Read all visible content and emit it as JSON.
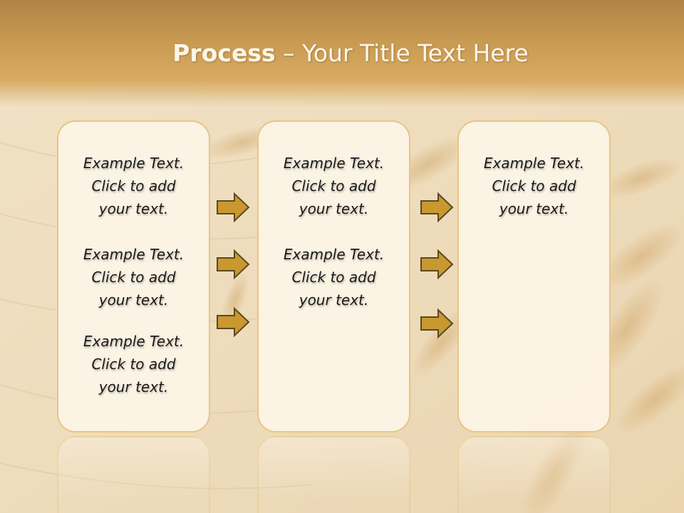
{
  "slide": {
    "title_bold": "Process",
    "title_rest": " – Your Title Text Here",
    "colors": {
      "title_band": "#c99a52",
      "panel_fill": "#fcf4e6",
      "panel_border": "#e8c584",
      "arrow_fill": "#c9982f",
      "arrow_stroke": "#5a4a1e"
    }
  },
  "columns": [
    {
      "blocks": [
        {
          "line1": "Example Text.",
          "line2": "Click  to add",
          "line3": "your text."
        },
        {
          "line1": "Example Text.",
          "line2": "Click  to add",
          "line3": "your text."
        },
        {
          "line1": "Example Text.",
          "line2": "Click  to add",
          "line3": "your text."
        }
      ]
    },
    {
      "blocks": [
        {
          "line1": "Example Text.",
          "line2": "Click  to add",
          "line3": "your text."
        },
        {
          "line1": "Example Text.",
          "line2": "Click  to add",
          "line3": "your text."
        }
      ]
    },
    {
      "blocks": [
        {
          "line1": "Example Text.",
          "line2": "Click  to add",
          "line3": "your text."
        }
      ]
    }
  ],
  "arrows": {
    "icon": "arrow-right-icon"
  }
}
